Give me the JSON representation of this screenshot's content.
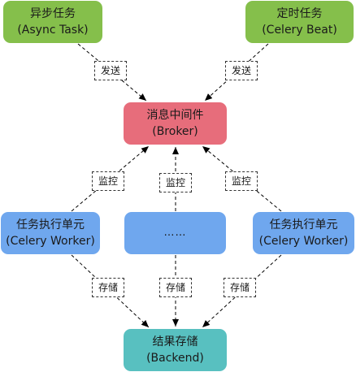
{
  "colors": {
    "task": "#85bf4b",
    "broker": "#e76d7b",
    "worker": "#6fa7ee",
    "backend": "#58c0c0",
    "edge": "#000000"
  },
  "nodes": {
    "async_task": {
      "line1": "异步任务",
      "line2": "(Async Task)"
    },
    "celery_beat": {
      "line1": "定时任务",
      "line2": "(Celery Beat)"
    },
    "broker": {
      "line1": "消息中间件",
      "line2": "(Broker)"
    },
    "worker_left": {
      "line1": "任务执行单元",
      "line2": "(Celery Worker)"
    },
    "worker_middle": {
      "line1": "……"
    },
    "worker_right": {
      "line1": "任务执行单元",
      "line2": "(Celery Worker)"
    },
    "backend": {
      "line1": "结果存储",
      "line2": "(Backend)"
    }
  },
  "edge_labels": {
    "send": "发送",
    "monitor": "监控",
    "store": "存储"
  }
}
